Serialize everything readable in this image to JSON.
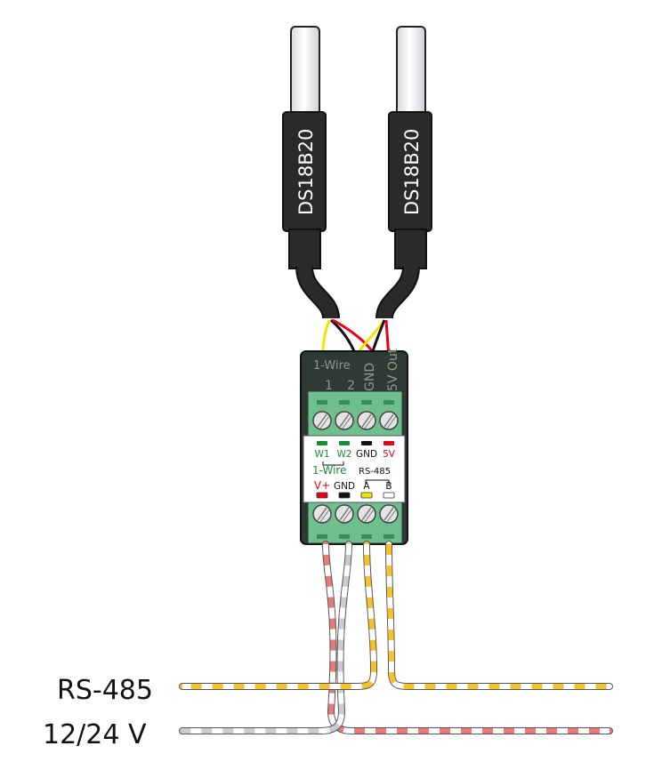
{
  "sensors": [
    {
      "label": "DS18B20"
    },
    {
      "label": "DS18B20"
    }
  ],
  "module": {
    "header": {
      "onewire": "1-Wire",
      "pin1": "1",
      "pin2": "2",
      "gnd": "GND",
      "out": "5V Out"
    },
    "top_labels": [
      {
        "text": "W1",
        "color": "#1a8a3a"
      },
      {
        "text": "W2",
        "color": "#1a8a3a"
      },
      {
        "text": "GND",
        "color": "#111111"
      },
      {
        "text": "5V",
        "color": "#e3001b"
      }
    ],
    "onewire_group": "1-Wire",
    "rs485_group": "RS-485",
    "bottom_labels": [
      {
        "text": "V+",
        "color": "#e3001b"
      },
      {
        "text": "GND",
        "color": "#111111"
      },
      {
        "text": "A",
        "color": "#111111"
      },
      {
        "text": "B",
        "color": "#111111"
      }
    ]
  },
  "lines": {
    "rs485": "RS-485",
    "power": "12/24 V"
  },
  "colors": {
    "terminal_green": "#6fbf8e",
    "module_dark": "#2e3b35",
    "wire_yellow": "#f5c22e",
    "wire_red": "#e37b7b",
    "wire_gray": "#c9cdd0"
  }
}
